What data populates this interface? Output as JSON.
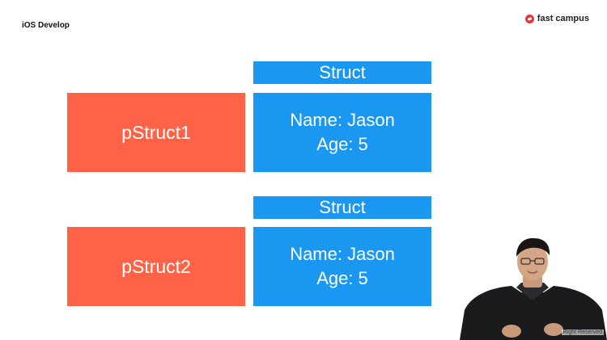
{
  "header": {
    "title": "iOS Develop",
    "logo_text": "fast campus",
    "logo_icon": "fastcampus-logo-icon"
  },
  "diagram": {
    "rows": [
      {
        "pointer_label": "pStruct1",
        "struct_label": "Struct",
        "fields": [
          "Name: Jason",
          "Age: 5"
        ]
      },
      {
        "pointer_label": "pStruct2",
        "struct_label": "Struct",
        "fields": [
          "Name: Jason",
          "Age: 5"
        ]
      }
    ]
  },
  "footer": {
    "copyright": "Right Reserved"
  },
  "colors": {
    "pointer": "#fe6347",
    "struct": "#1a97f0",
    "logo": "#e8323c"
  }
}
